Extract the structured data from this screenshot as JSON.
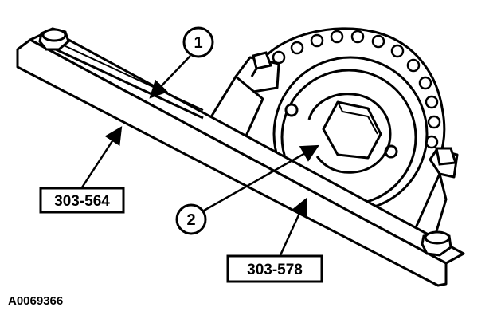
{
  "callouts": {
    "c1": "1",
    "c2": "2"
  },
  "tools": {
    "t1": "303-564",
    "t2": "303-578"
  },
  "figure_id": "A0069366"
}
